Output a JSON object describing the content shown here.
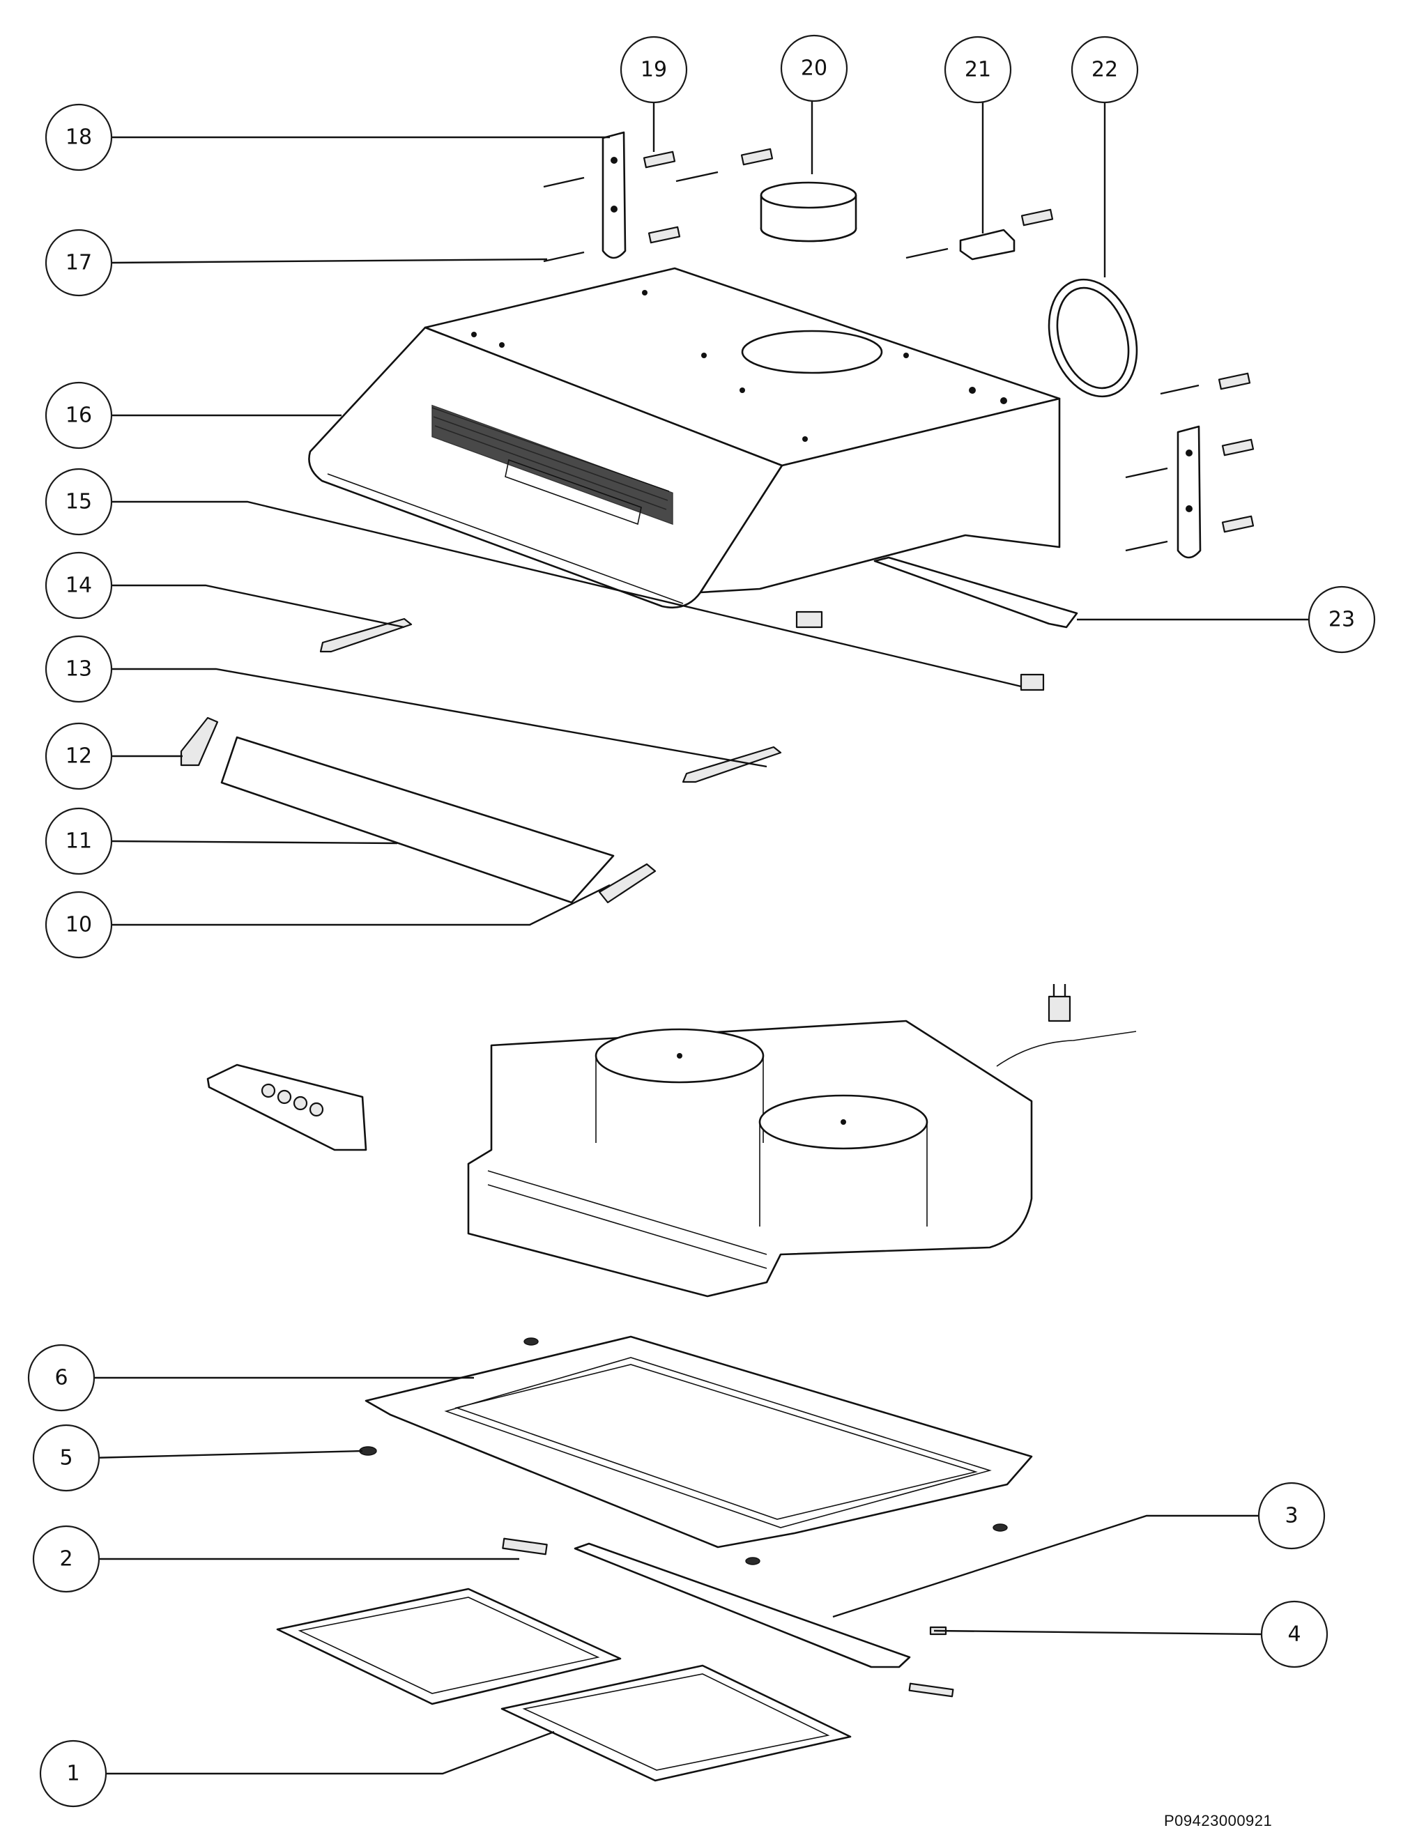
{
  "diagram": {
    "drawing_code": "P09423000921",
    "callouts": [
      {
        "number": "1"
      },
      {
        "number": "2"
      },
      {
        "number": "3"
      },
      {
        "number": "4"
      },
      {
        "number": "5"
      },
      {
        "number": "6"
      },
      {
        "number": "10"
      },
      {
        "number": "11"
      },
      {
        "number": "12"
      },
      {
        "number": "13"
      },
      {
        "number": "14"
      },
      {
        "number": "15"
      },
      {
        "number": "16"
      },
      {
        "number": "17"
      },
      {
        "number": "18"
      },
      {
        "number": "19"
      },
      {
        "number": "20"
      },
      {
        "number": "21"
      },
      {
        "number": "22"
      },
      {
        "number": "23"
      }
    ]
  }
}
